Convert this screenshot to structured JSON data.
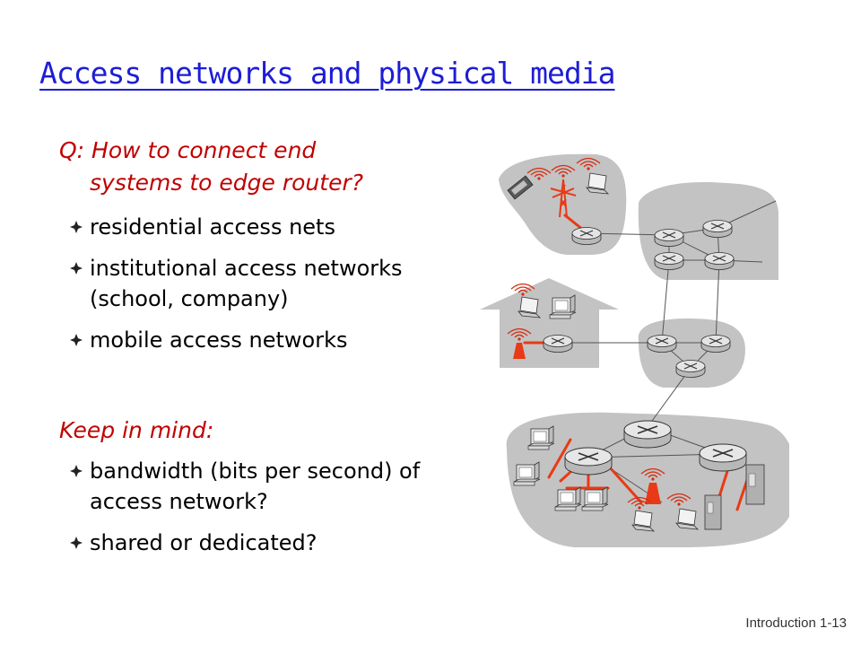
{
  "slide": {
    "title": "Access networks and physical media",
    "question_line1": "Q: How to connect end",
    "question_line2": "systems to edge router?",
    "bullets_access": [
      "residential access nets",
      "institutional access networks (school, company)",
      "mobile access networks"
    ],
    "keep_in_mind": "Keep in mind:",
    "bullets_keep": [
      "bandwidth (bits per second) of access network?",
      "shared or dedicated?"
    ],
    "footer": "Introduction 1-13"
  },
  "colors": {
    "title": "#1d1dd6",
    "emphasis": "#c00000",
    "link_red": "#e83a16",
    "region_gray": "#c3c3c3"
  },
  "icons": [
    "bullet-diamond-icon",
    "router-icon",
    "cell-tower-icon",
    "laptop-icon",
    "desktop-pc-icon",
    "server-icon",
    "mobile-phone-icon",
    "wireless-signal-icon"
  ]
}
